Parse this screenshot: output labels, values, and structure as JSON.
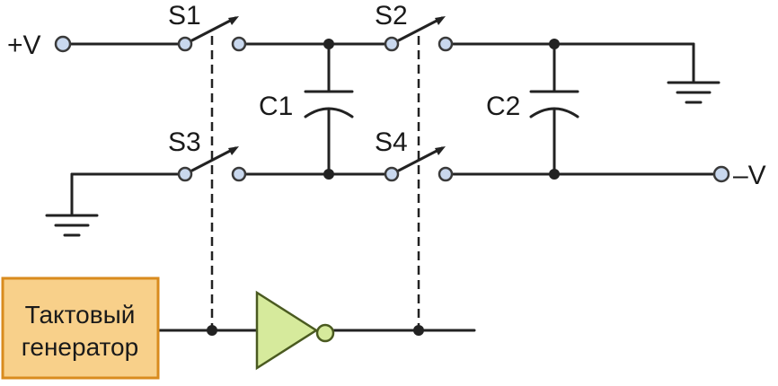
{
  "labels": {
    "vplus": "+V",
    "vminus": "–V",
    "s1": "S1",
    "s2": "S2",
    "s3": "S3",
    "s4": "S4",
    "c1": "C1",
    "c2": "C2"
  },
  "clock": {
    "line1": "Тактовый",
    "line2": "генератор"
  },
  "colors": {
    "wire": "#222222",
    "terminal_fill": "#c9d8ee",
    "clock_fill": "#f8d08a",
    "clock_border": "#d98b1e",
    "inverter_fill": "#d6ea9c",
    "inverter_border": "#4a5a20"
  }
}
